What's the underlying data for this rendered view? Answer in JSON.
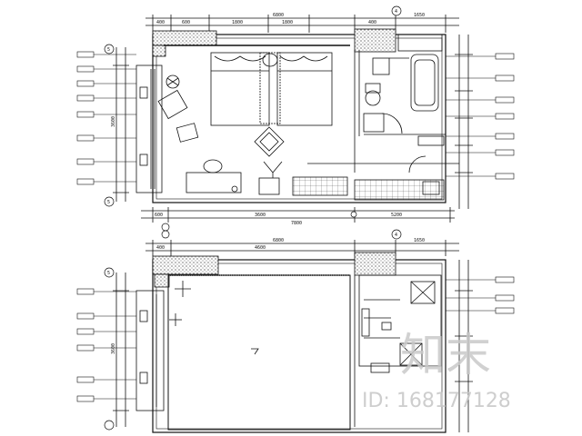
{
  "plan_top": {
    "top_dims": [
      "400",
      "600",
      "1800",
      "1800",
      "400",
      "1650"
    ],
    "top_total": "6800",
    "bottom_dims": [
      "600",
      "3600",
      "5200"
    ],
    "bottom_total": "7800",
    "left_total": "3600",
    "grid_labels": [
      "5",
      "4",
      "5"
    ]
  },
  "plan_bottom": {
    "top_dims": [
      "400",
      "4600",
      "1650"
    ],
    "top_total": "6800",
    "left_total": "3600",
    "grid_labels": [
      "5",
      "4"
    ]
  },
  "watermark": {
    "brand": "知末",
    "id_text": "ID: 168177128"
  }
}
